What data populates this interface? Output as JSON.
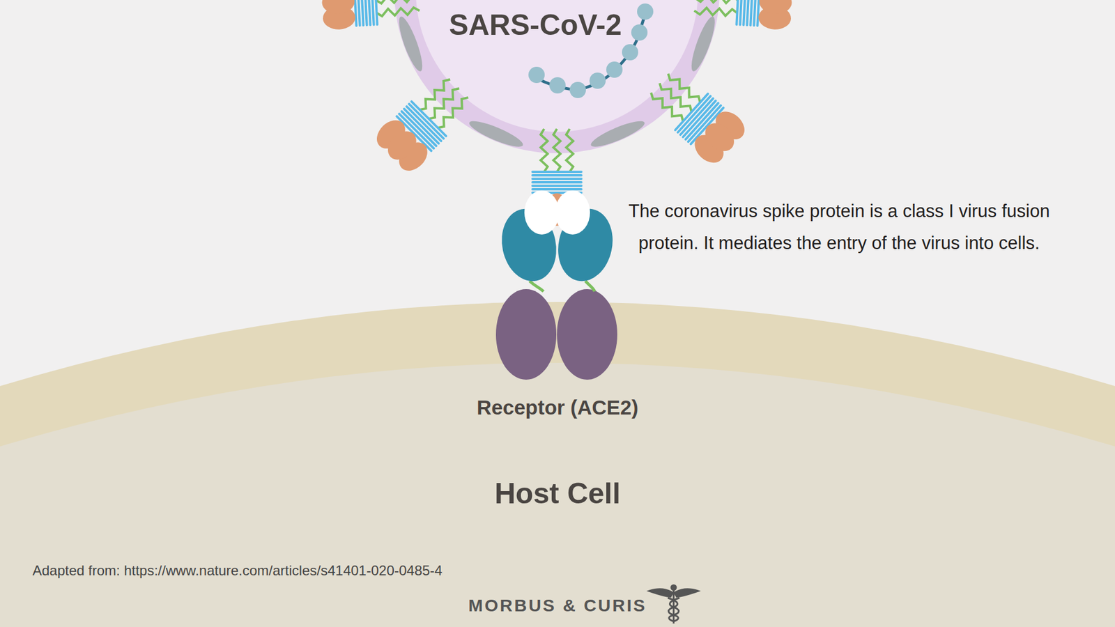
{
  "diagram": {
    "nodes": [
      {
        "text": [
          "SARS-CoV-2"
        ]
      },
      {
        "text": [
          "Host Cell"
        ]
      },
      {
        "text": [
          "Receptor (ACE2)"
        ],
        "in": 1
      }
    ],
    "labels": [
      "The coronavirus spike protein is a class I virus fusion protein. It mediates the entry of the virus into cells.",
      "Adapted from: https://www.nature.com/articles/s41401-020-0485-4",
      "MORBUS & CURIS"
    ]
  }
}
